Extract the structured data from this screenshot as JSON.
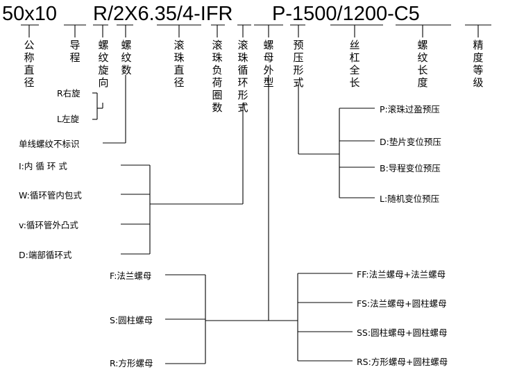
{
  "code": {
    "s1": "50x10",
    "s2": "R/2X6.35/4-IFR",
    "s3": "P-1500/1200-C5"
  },
  "headers": [
    "公称直径",
    "导程",
    "螺纹旋向",
    "螺纹数",
    "滚珠直径",
    "滚珠负荷圈数",
    "滚珠循环形式",
    "螺母外型",
    "预压形式",
    "丝杠全长",
    "螺纹长度",
    "精度等级"
  ],
  "rotation": {
    "right": "R右旋",
    "left": "L左旋"
  },
  "thread_note": "单线螺纹不标识",
  "circulation": [
    "I:内 循 环 式",
    "W:循环管内包式",
    "v:循环管外凸式",
    "D:端部循环式"
  ],
  "nut_types": [
    "F:法兰螺母",
    "S:圆柱螺母",
    "R:方形螺母"
  ],
  "preload": [
    "P:滚珠过盈预压",
    "D:垫片变位预压",
    "B:导程变位预压",
    "L:随机变位预压"
  ],
  "double_nut": [
    "FF:法兰螺母+法兰螺母",
    "FS:法兰螺母+圆柱螺母",
    "SS:圆柱螺母+圆柱螺母",
    "RS:方形螺母+圆柱螺母"
  ]
}
